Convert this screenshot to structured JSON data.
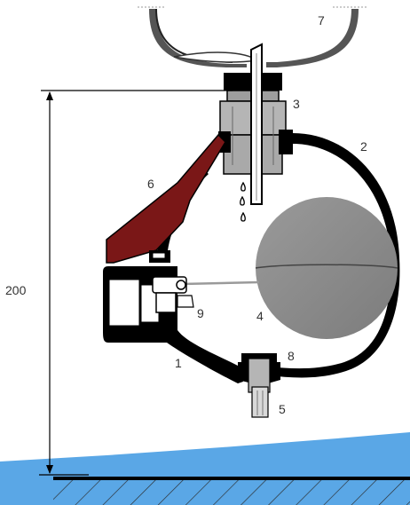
{
  "diagram": {
    "dimension": {
      "value": "200"
    },
    "callouts": [
      {
        "id": "1",
        "text": "1"
      },
      {
        "id": "2",
        "text": "2"
      },
      {
        "id": "3",
        "text": "3"
      },
      {
        "id": "4",
        "text": "4"
      },
      {
        "id": "5",
        "text": "5"
      },
      {
        "id": "6",
        "text": "6"
      },
      {
        "id": "7",
        "text": "7"
      },
      {
        "id": "8",
        "text": "8"
      },
      {
        "id": "9",
        "text": "9"
      }
    ]
  },
  "colors": {
    "housing": "#000000",
    "lever": "#7a1717",
    "float": "#8a8a8a",
    "fittings": "#b5b5b5",
    "water": "#5aa7e6",
    "background": "#ffffff"
  },
  "icons": {
    "water-drops": "drops-icon",
    "hatched-ground": "hatch-icon"
  }
}
